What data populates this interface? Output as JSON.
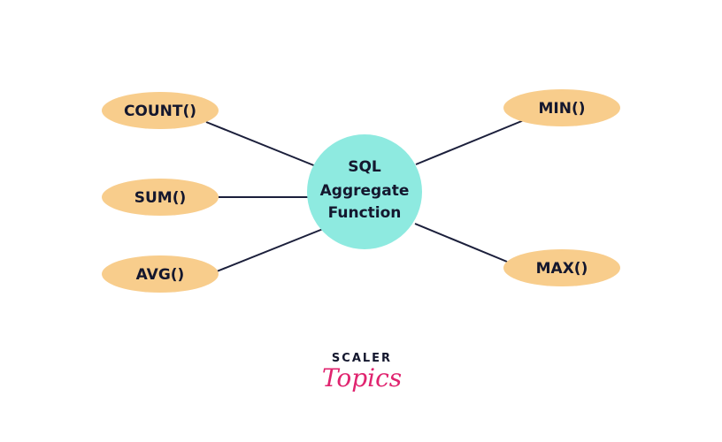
{
  "diagram": {
    "center": {
      "lines": [
        "SQL",
        "Aggregate",
        "Function"
      ]
    },
    "functions": {
      "count": "COUNT()",
      "sum": "SUM()",
      "avg": "AVG()",
      "min": "MIN()",
      "max": "MAX()"
    }
  },
  "logo": {
    "top": "SCALER",
    "bottom": "Topics"
  },
  "colors": {
    "leaf_fill": "#f8cd8c",
    "center_fill": "#8eeae0",
    "edge": "#1b1f3b",
    "text": "#14172e",
    "logo_accent": "#e0246f"
  }
}
